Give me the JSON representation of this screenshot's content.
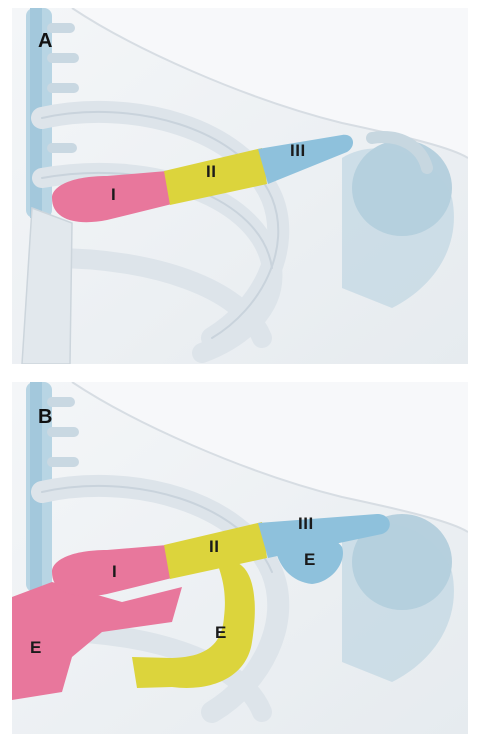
{
  "panels": [
    {
      "letter": "A",
      "segments": {
        "I": "I",
        "II": "II",
        "III": "III"
      }
    },
    {
      "letter": "B",
      "segments": {
        "I": "I",
        "II": "II",
        "III": "III",
        "E_left": "E",
        "E_middle": "E",
        "E_right": "E"
      }
    }
  ],
  "colors": {
    "zone_I": "#e8779c",
    "zone_II": "#dcd43c",
    "zone_III": "#8ec1dc",
    "bone": "#dde4ea",
    "spine": "#a9cde0",
    "background": "#eef2f5"
  }
}
